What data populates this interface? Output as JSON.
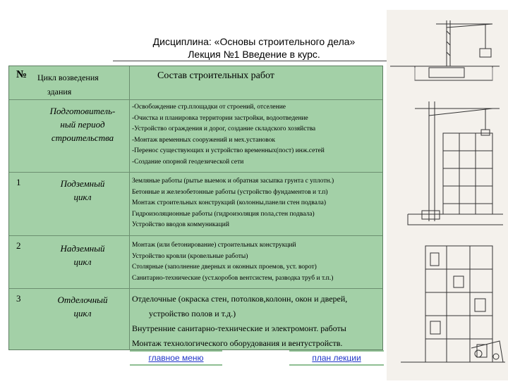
{
  "header": {
    "discipline": "Дисциплина:   «Основы строительного дела»",
    "lecture": "Лекция №1   Введение в курс."
  },
  "table": {
    "col_num": "№",
    "col_cycle": [
      "Цикл возведения",
      "здания"
    ],
    "col_works": "Состав строительных работ",
    "rows": [
      {
        "num": "",
        "stage": [
          "Подготовитель-",
          "ный период",
          "строительства"
        ],
        "works": [
          "-Освобождение стр.площадки от строений, отселение",
          "-Очистка и планировка территории застройки, водоотведение",
          "-Устройство ограждения и дорог, создание складского хозяйства",
          "-Монтаж временных сооружений и мех.установок",
          "-Перенос существующих и устройство временных(пост) инж.сетей",
          "-Создание опорной геодезической сети"
        ]
      },
      {
        "num": "1",
        "stage": [
          "Подземный",
          "цикл"
        ],
        "works": [
          "Земляные работы (рытье выемок и обратная засыпка грунта с уплотн.)",
          "Бетонные и железобетонные работы (устройство фундаментов и т.п)",
          "Монтаж строительных конструкций (колонны,панели стен подвала)",
          "Гидроизоляционные работы (гидроизоляция пола,стен подвала)",
          "Устройство вводов коммуникаций"
        ]
      },
      {
        "num": "2",
        "stage": [
          "Надземный",
          "цикл"
        ],
        "works": [
          "Монтаж (или бетонирование) строительных конструкций",
          "Устройство кровли (кровельные работы)",
          "Столярные (заполнение дверных и оконных проемов, уст. ворот)",
          "Санитарно-технические (уст.коробов вентсистем, разводка труб и т.п.)"
        ]
      },
      {
        "num": "3",
        "stage": [
          "Отделочный",
          "цикл"
        ],
        "works": [
          "Отделочные (окраска стен, потолков,колонн, окон и дверей,",
          "        устройство полов и т.д.)",
          "Внутренние санитарно-технические и электромонт. работы",
          "Монтаж технологического оборудования и вентустройств."
        ]
      }
    ]
  },
  "nav": {
    "main_menu": "главное меню",
    "lecture_plan": "план лекции"
  },
  "colors": {
    "table_bg": "#a3d0a7",
    "link": "#1f35c8",
    "nav_border": "#8fbf93"
  }
}
